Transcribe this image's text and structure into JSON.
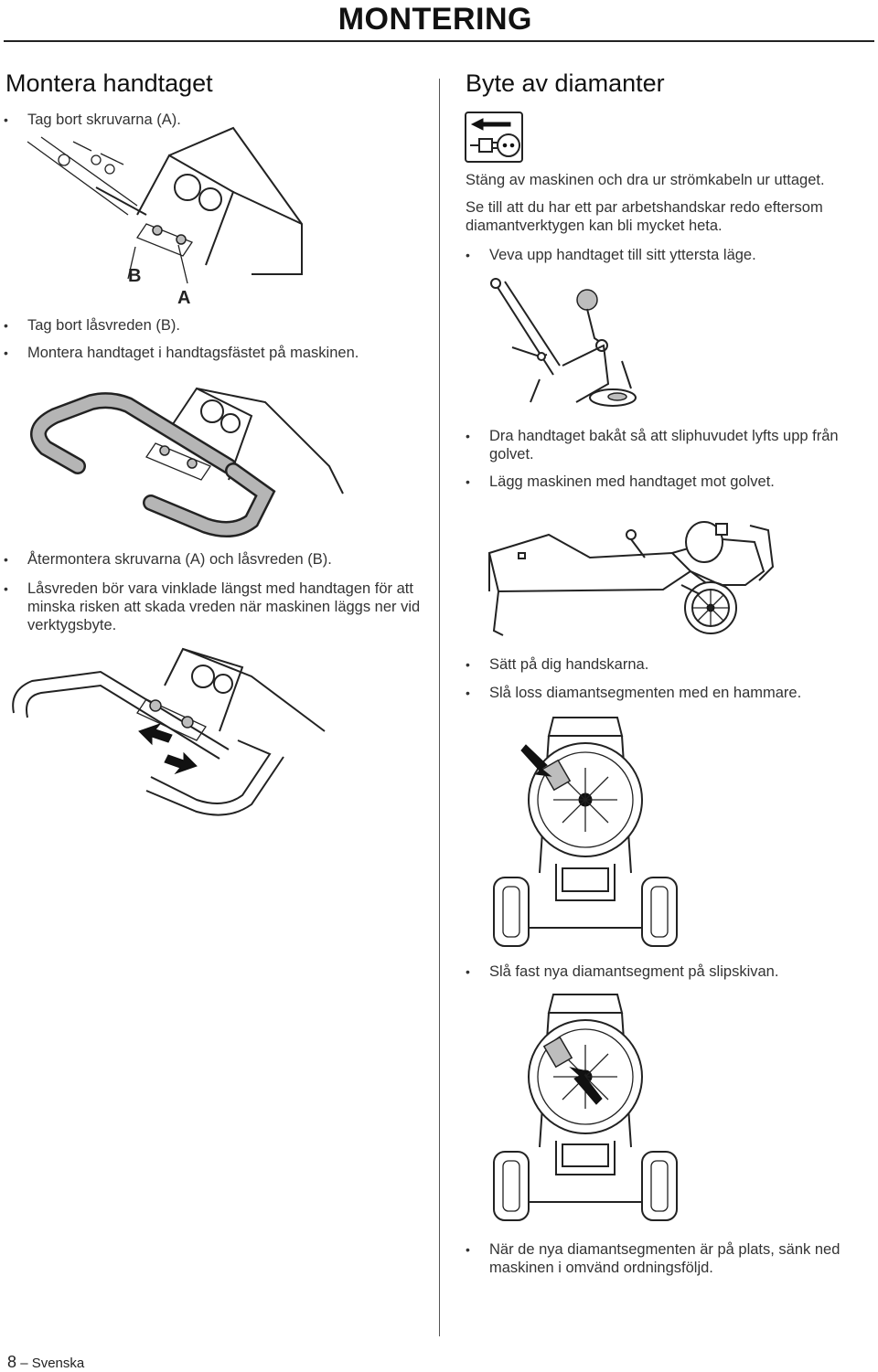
{
  "header": {
    "title": "MONTERING"
  },
  "left": {
    "heading": "Montera handtaget",
    "bullets_a": [
      "Tag bort skruvarna (A)."
    ],
    "fig1_labels": {
      "b": "B",
      "a": "A"
    },
    "bullets_b": [
      "Tag bort låsvreden (B).",
      "Montera handtaget i handtagsfästet på maskinen."
    ],
    "bullets_c": [
      "Återmontera skruvarna (A) och låsvreden (B).",
      "Låsvreden bör vara vinklade längst med handtagen för att minska risken att skada vreden när maskinen läggs ner vid verktygsbyte."
    ]
  },
  "right": {
    "heading": "Byte av diamanter",
    "para1": "Stäng av maskinen och dra ur strömkabeln ur uttaget.",
    "para2": "Se till att du har ett par arbetshandskar redo eftersom diamantverktygen kan bli mycket heta.",
    "bullets_a": [
      "Veva upp handtaget till sitt yttersta läge."
    ],
    "bullets_b": [
      "Dra handtaget bakåt så att sliphuvudet lyfts upp från golvet.",
      "Lägg maskinen med handtaget mot golvet."
    ],
    "bullets_c": [
      "Sätt på dig handskarna.",
      "Slå loss diamantsegmenten med en hammare."
    ],
    "bullets_d": [
      "Slå fast nya diamantsegment på slipskivan."
    ],
    "bullets_e": [
      "När de nya diamantsegmenten är på plats, sänk ned maskinen i omvänd ordningsföljd."
    ]
  },
  "footer": {
    "page_number": "8",
    "dash": "–",
    "language": "Svenska"
  }
}
